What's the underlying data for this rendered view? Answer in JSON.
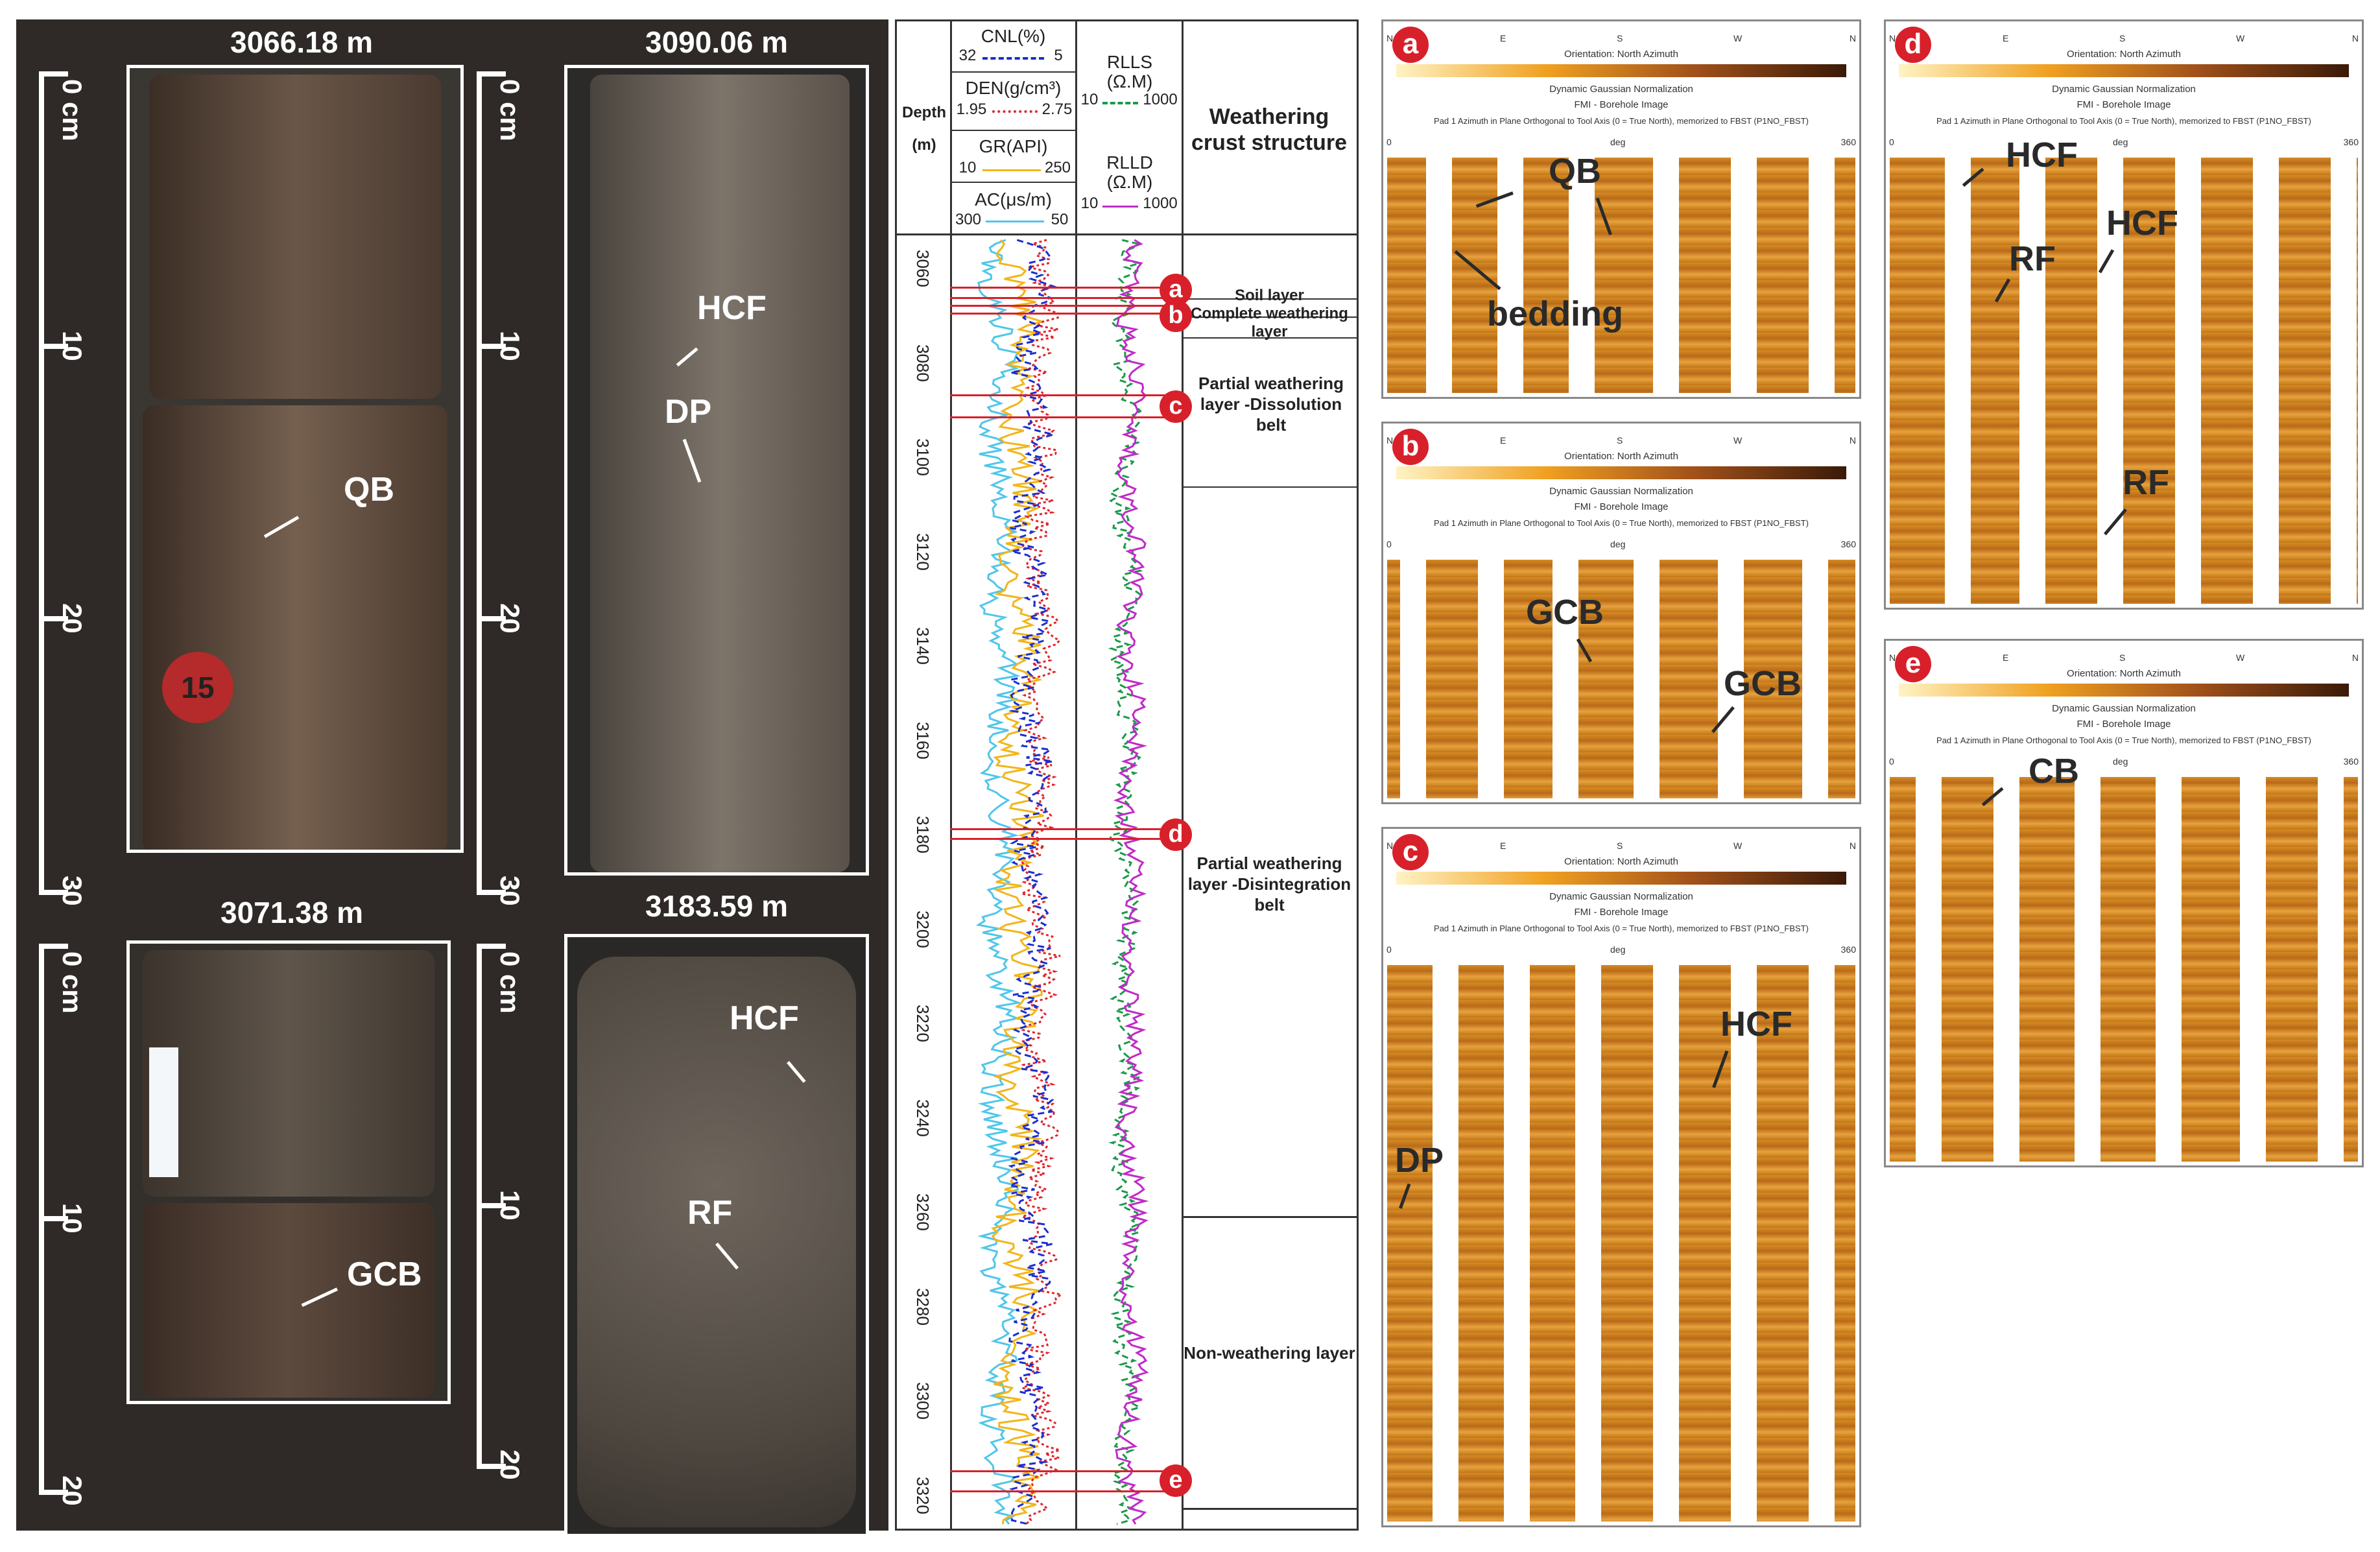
{
  "cores": [
    {
      "depth": "3066.18 m",
      "labels": [
        "QB"
      ],
      "sticker": "15"
    },
    {
      "depth": "3090.06 m",
      "labels": [
        "HCF",
        "DP"
      ]
    },
    {
      "depth": "3071.38 m",
      "labels": [
        "GCB"
      ]
    },
    {
      "depth": "3183.59 m",
      "labels": [
        "HCF",
        "RF"
      ]
    }
  ],
  "scale_top": {
    "marks": [
      "0 cm",
      "10",
      "20",
      "30"
    ]
  },
  "scale_bottom": {
    "marks": [
      "0 cm",
      "10",
      "20"
    ]
  },
  "log": {
    "depth_header": "Depth",
    "depth_unit": "(m)",
    "tracks": {
      "cnl": {
        "name": "CNL(%)",
        "left": "32",
        "right": "5",
        "color": "#1a2fd0"
      },
      "den": {
        "name": "DEN(g/cm³)",
        "left": "1.95",
        "right": "2.75",
        "color": "#e0242a"
      },
      "gr": {
        "name": "GR(API)",
        "left": "10",
        "right": "250",
        "color": "#f2b51a"
      },
      "ac": {
        "name": "AC(μs/m)",
        "left": "300",
        "right": "50",
        "color": "#4fc6ea"
      },
      "rlls": {
        "name": "RLLS",
        "unit": "(Ω.M)",
        "left": "10",
        "right": "1000",
        "color": "#1a9a4a"
      },
      "rlld": {
        "name": "RLLD",
        "unit": "(Ω.M)",
        "left": "10",
        "right": "1000",
        "color": "#c02ac8"
      }
    },
    "structure_header": "Weathering crust structure",
    "depths": [
      "3060",
      "3080",
      "3100",
      "3120",
      "3140",
      "3160",
      "3180",
      "3200",
      "3220",
      "3240",
      "3260",
      "3280",
      "3300",
      "3320"
    ],
    "zones": [
      "Soil layer",
      "Complete weathering layer",
      "Partial weathering layer -Dissolution belt",
      "Partial weathering layer -Disintegration belt",
      "Non-weathering layer"
    ],
    "markers": [
      "a",
      "b",
      "c",
      "d",
      "e"
    ]
  },
  "fmi_header": {
    "orientation": "Orientation: North Azimuth",
    "norm": "Dynamic Gaussian Normalization",
    "image": "FMI - Borehole Image",
    "pad": "Pad 1 Azimuth in Plane Orthogonal to Tool Axis (0 = True North), memorized to FBST (P1NO_FBST)",
    "compass": [
      "N",
      "E",
      "S",
      "W",
      "N"
    ],
    "deg_left": "0",
    "deg_mid": "deg",
    "deg_right": "360"
  },
  "fmi_panels": [
    {
      "id": "a",
      "labels": [
        "QB",
        "bedding"
      ]
    },
    {
      "id": "b",
      "labels": [
        "GCB",
        "GCB"
      ]
    },
    {
      "id": "c",
      "labels": [
        "HCF",
        "DP"
      ]
    },
    {
      "id": "d",
      "labels": [
        "HCF",
        "HCF",
        "RF",
        "RF"
      ]
    },
    {
      "id": "e",
      "labels": [
        "CB"
      ]
    }
  ]
}
